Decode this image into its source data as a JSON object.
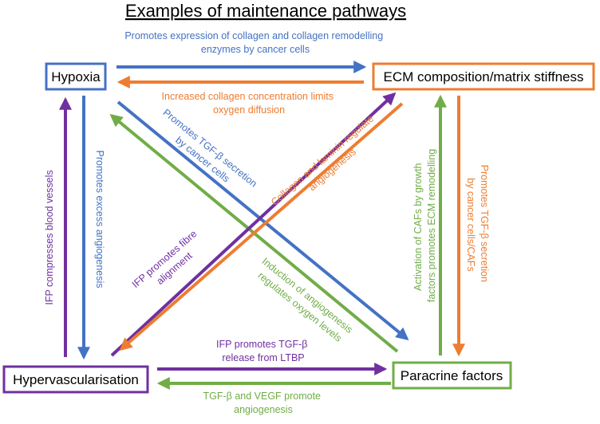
{
  "title": "Examples of maintenance pathways",
  "colors": {
    "blue": "#4472C4",
    "orange": "#ED7D31",
    "green": "#70AD47",
    "purple": "#7030A0"
  },
  "nodes": {
    "hypoxia": "Hypoxia",
    "ecm": "ECM composition/matrix stiffness",
    "hypervascularisation": "Hypervascularisation",
    "paracrine": "Paracrine factors"
  },
  "labels": {
    "hypoxia_to_ecm": [
      "Promotes expression of collagen and collagen remodelling",
      "enzymes by cancer cells"
    ],
    "ecm_to_hypoxia": [
      "Increased collagen concentration limits",
      "oxygen diffusion"
    ],
    "hypoxia_to_paracrine": [
      "Promotes TGF-β secretion",
      "by cancer cells"
    ],
    "paracrine_to_hypoxia": [
      "Induction of angiogenesis",
      "regulates oxygen levels"
    ],
    "ecm_to_hypervasc": [
      "Collagen and laminin regulate",
      "angiogenesis"
    ],
    "hypervasc_to_ecm": [
      "IFP promotes fibre",
      "alignment"
    ],
    "hypoxia_to_hypervasc": "Promotes excess angiogenesis",
    "hypervasc_to_hypoxia": "IFP compresses blood vessels",
    "paracrine_to_ecm": [
      "Activation of CAFs by growth",
      "factors promotes ECM remodelling"
    ],
    "ecm_to_paracrine": [
      "Promotes TGF-β secretion",
      "by cancer cells/CAFs"
    ],
    "hypervasc_to_paracrine": [
      "IFP promotes TGF-β",
      "release from LTBP"
    ],
    "paracrine_to_hypervasc": [
      "TGF-β and VEGF promote",
      "angiogenesis"
    ]
  }
}
